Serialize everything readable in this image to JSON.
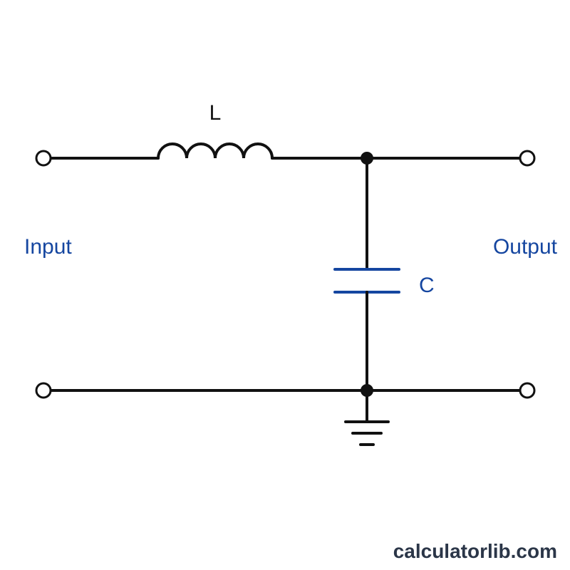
{
  "labels": {
    "inductor": "L",
    "capacitor": "C",
    "input": "Input",
    "output": "Output"
  },
  "watermark": "calculatorlib.com",
  "colors": {
    "wire": "#111111",
    "accent_blue": "#1546a0",
    "watermark": "#2b3648"
  }
}
